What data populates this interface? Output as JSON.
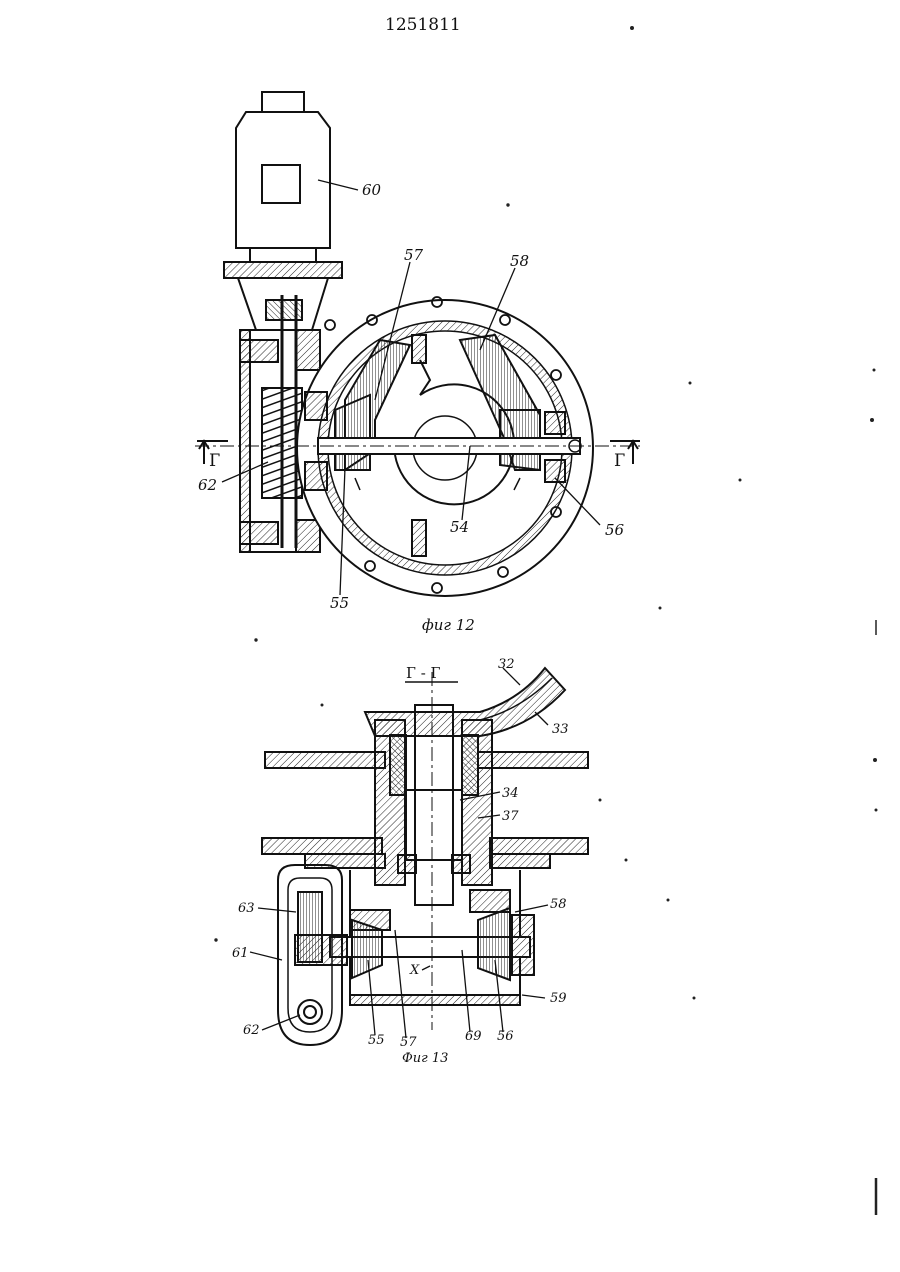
{
  "page_number": "1251811",
  "figures": [
    {
      "id": "fig12",
      "caption": "фиг 12",
      "section_mark_left": "Г",
      "section_mark_right": "Г",
      "callouts": [
        "60",
        "57",
        "58",
        "62",
        "54",
        "56",
        "55"
      ]
    },
    {
      "id": "fig13",
      "caption": "Фиг 13",
      "section_title": "Г - Г",
      "callouts": [
        "32",
        "33",
        "34",
        "37",
        "63",
        "61",
        "58",
        "59",
        "62",
        "55",
        "57",
        "69",
        "56",
        "X"
      ]
    }
  ]
}
